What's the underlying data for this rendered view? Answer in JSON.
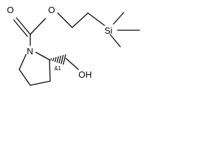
{
  "molecule": {
    "atoms": {
      "carbonyl_oxygen": "O",
      "ester_oxygen": "O",
      "ring_nitrogen": "N",
      "silicon": "Si",
      "hydroxyl": "OH"
    },
    "stereo_descriptor": "&1"
  }
}
